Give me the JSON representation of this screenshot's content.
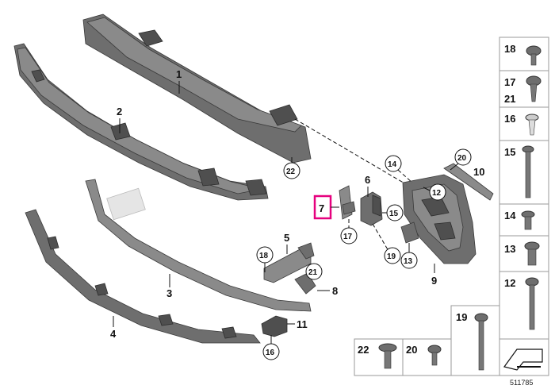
{
  "callouts": {
    "c1": "1",
    "c2": "2",
    "c3": "3",
    "c4": "4",
    "c5": "5",
    "c6": "6",
    "c7": "7",
    "c8": "8",
    "c9": "9",
    "c10": "10",
    "c11": "11",
    "c12": "12",
    "c13": "13",
    "c14": "14",
    "c15": "15",
    "c16": "16",
    "c17": "17",
    "c18": "18",
    "c19": "19",
    "c20": "20",
    "c21": "21",
    "c22": "22"
  },
  "highlight_color": "#e6007e",
  "fastener_table": {
    "right_column": [
      "18",
      "17",
      "21",
      "16",
      "15",
      "14",
      "13",
      "12"
    ],
    "bottom_row": [
      "19",
      "22",
      "20"
    ]
  },
  "diagram_id": "511785"
}
